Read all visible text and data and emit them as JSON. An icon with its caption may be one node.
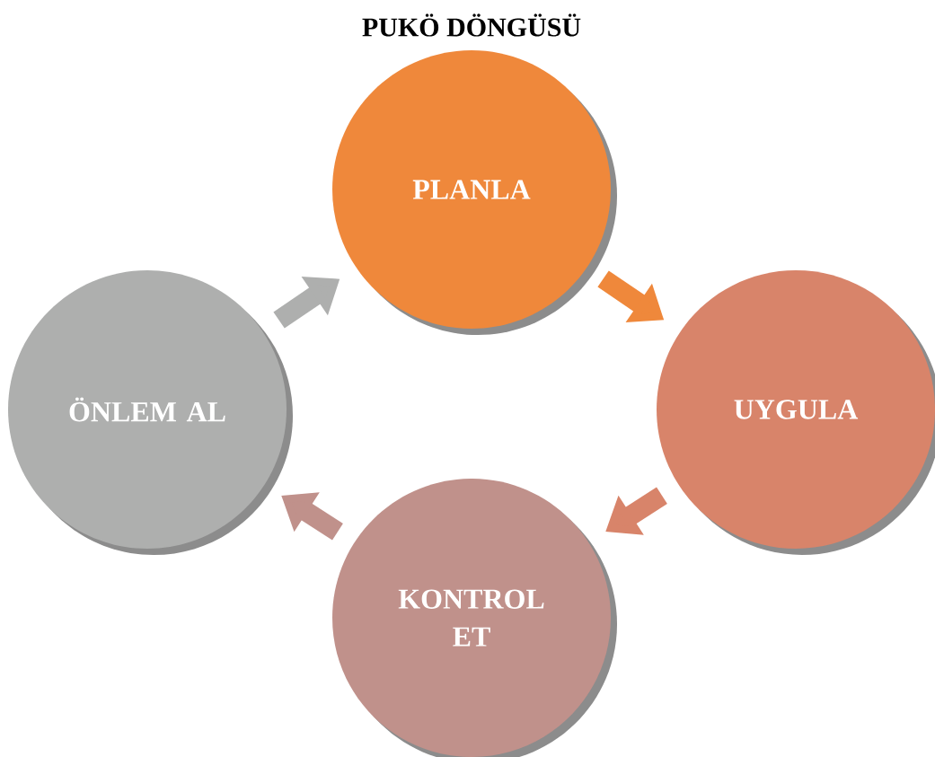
{
  "diagram": {
    "title": "PUKÖ DÖNGÜSÜ",
    "nodes": [
      {
        "text": [
          "PLANLA"
        ]
      },
      {
        "text": [
          "UYGULA"
        ]
      },
      {
        "text": [
          "KONTROL ET"
        ]
      },
      {
        "text": [
          "ÖNLEM AL"
        ]
      }
    ],
    "edges": [
      {
        "from": 0,
        "to": 1,
        "arrow": "to",
        "color": "#ef883b"
      },
      {
        "from": 1,
        "to": 2,
        "arrow": "to",
        "color": "#d8846a"
      },
      {
        "from": 2,
        "to": 3,
        "arrow": "to",
        "color": "#c0918b"
      },
      {
        "from": 3,
        "to": 0,
        "arrow": "to",
        "color": "#aeafae"
      }
    ]
  }
}
